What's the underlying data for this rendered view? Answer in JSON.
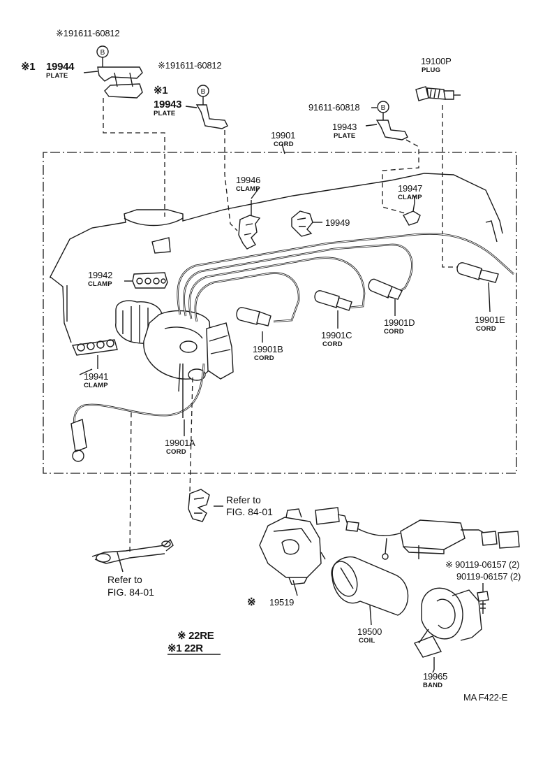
{
  "diagram_id": "MA  F422-E",
  "markers": {
    "bolt_b": "B",
    "star": "※",
    "star1": "※1"
  },
  "parts": {
    "p19944": {
      "num": "19944",
      "name": "PLATE",
      "prefix": "※1"
    },
    "bolt_a": {
      "num": "91611-60812",
      "prefix": "※1"
    },
    "bolt_b": {
      "num": "91611-60812",
      "prefix": "※1"
    },
    "p19943a": {
      "num": "19943",
      "name": "PLATE",
      "prefix": "※1"
    },
    "p19100p": {
      "num": "19100P",
      "name": "PLUG"
    },
    "bolt_c": {
      "num": "91611-60818"
    },
    "p19943b": {
      "num": "19943",
      "name": "PLATE"
    },
    "p19901": {
      "num": "19901",
      "name": "CORD"
    },
    "p19946": {
      "num": "19946",
      "name": "CLAMP"
    },
    "p19947": {
      "num": "19947",
      "name": "CLAMP"
    },
    "p19949": {
      "num": "19949"
    },
    "p19942": {
      "num": "19942",
      "name": "CLAMP"
    },
    "p19941": {
      "num": "19941",
      "name": "CLAMP"
    },
    "p19901a": {
      "num": "19901A",
      "name": "CORD"
    },
    "p19901b": {
      "num": "19901B",
      "name": "CORD"
    },
    "p19901c": {
      "num": "19901C",
      "name": "CORD"
    },
    "p19901d": {
      "num": "19901D",
      "name": "CORD"
    },
    "p19901e": {
      "num": "19901E",
      "name": "CORD"
    },
    "p19519": {
      "num": "19519",
      "prefix": "※"
    },
    "p19500": {
      "num": "19500",
      "name": "COIL"
    },
    "p19965": {
      "num": "19965",
      "name": "BAND"
    },
    "screw1": {
      "num": "※ 90119-06157 (2)"
    },
    "screw2": {
      "num": "90119-06157 (2)"
    }
  },
  "refs": {
    "ref1": {
      "line1": "Refer to",
      "line2": "FIG. 84-01"
    },
    "ref2": {
      "line1": "Refer to",
      "line2": "FIG. 84-01"
    }
  },
  "legend": {
    "row1": "※ 22RE",
    "row2": "※1 22R"
  }
}
